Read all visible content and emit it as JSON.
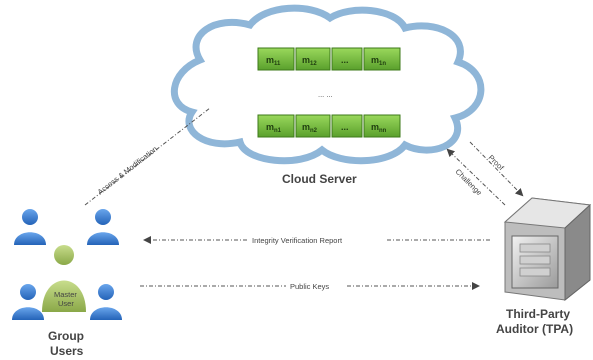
{
  "cloud": {
    "label": "Cloud Server",
    "rows": [
      {
        "blocks": [
          "m",
          "m",
          "...",
          "m"
        ],
        "subs": [
          "11",
          "12",
          "",
          "1n"
        ]
      },
      {
        "blocks": [
          "m",
          "m",
          "...",
          "m"
        ],
        "subs": [
          "n1",
          "n2",
          "",
          "nn"
        ]
      }
    ],
    "vertical_dots": "... ..."
  },
  "group": {
    "label_line1": "Group",
    "label_line2": "Users",
    "master_line1": "Master",
    "master_line2": "User"
  },
  "tpa": {
    "label_line1": "Third-Party",
    "label_line2": "Auditor (TPA)"
  },
  "arrows": {
    "access": "Access & Modification",
    "proof": "Proof",
    "challenge": "Challenge",
    "report": "Integrity Verification Report",
    "keys": "Public Keys"
  },
  "colors": {
    "cloud_stroke": "#8fb6d8",
    "block_fill": "#7dc442",
    "block_dark": "#5aa02c",
    "user_blue": "#3a7bd5",
    "master_green": "#a3c45a"
  }
}
